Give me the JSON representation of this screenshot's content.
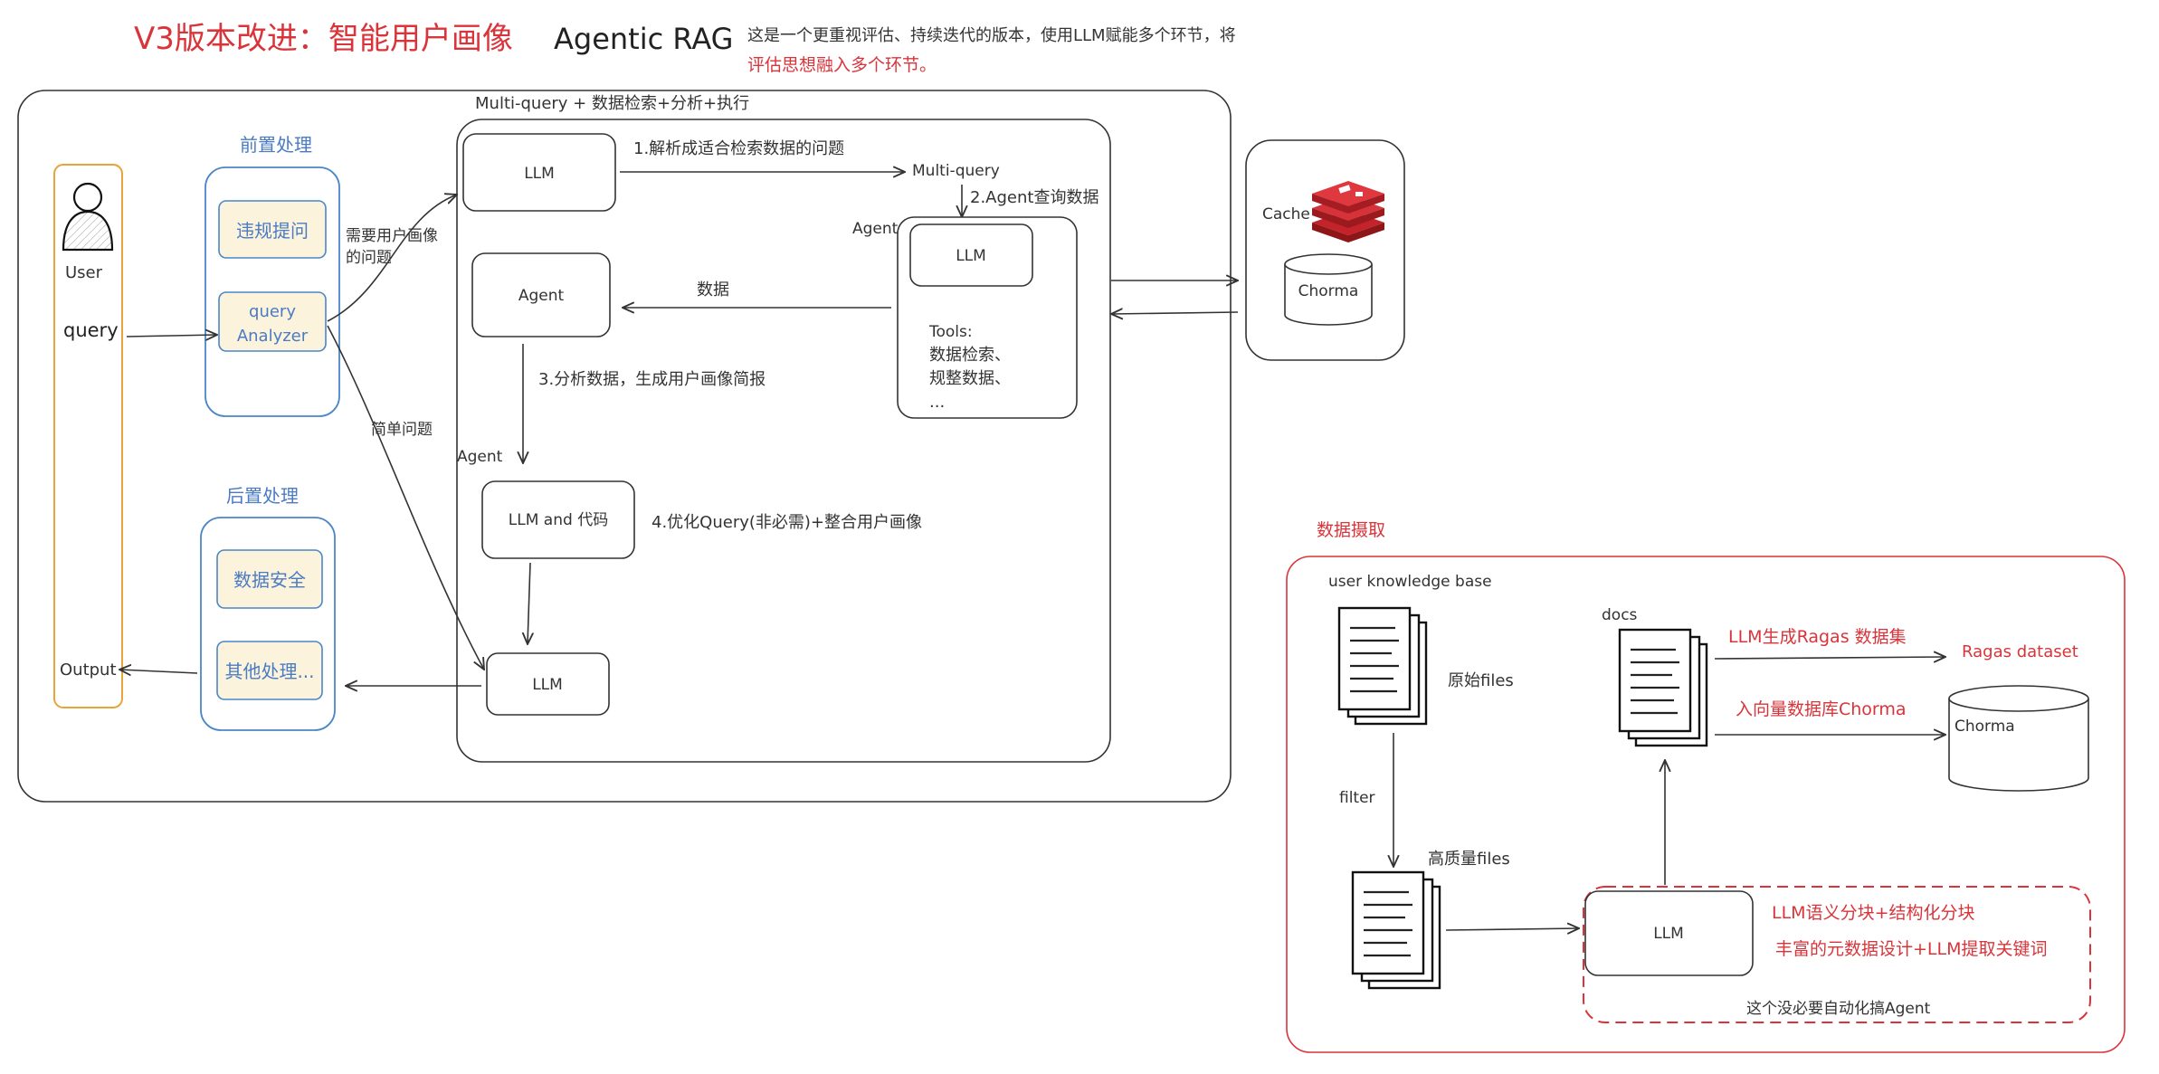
{
  "header": {
    "title": "V3版本改进：智能用户画像",
    "subtitle": "Agentic RAG",
    "desc_line1": "这是一个更重视评估、持续迭代的版本，使用LLM赋能多个环节，将",
    "desc_line2": "评估思想融入多个环节。"
  },
  "user": {
    "label": "User",
    "query": "query",
    "output": "Output"
  },
  "pre": {
    "title": "前置处理",
    "item1": "违规提问",
    "item2_line1": "query",
    "item2_line2": "Analyzer"
  },
  "post": {
    "title": "后置处理",
    "item1": "数据安全",
    "item2": "其他处理..."
  },
  "edges": {
    "profile_q_line1": "需要用户画像",
    "profile_q_line2": "的问题",
    "simple_q": "简单问题",
    "step1": "1.解析成适合检索数据的问题",
    "step2": "2.Agent查询数据",
    "data": "数据",
    "step3": "3.分析数据，生成用户画像简报",
    "step4": "4.优化Query(非必需)+整合用户画像"
  },
  "pipeline": {
    "title": "Multi-query + 数据检索+分析+执行",
    "llm1": "LLM",
    "multi_query": "Multi-query",
    "agent_label_top": "Agent",
    "inner_llm": "LLM",
    "tools_line1": "Tools:",
    "tools_line2": "数据检索、",
    "tools_line3": "规整数据、",
    "tools_line4": "...",
    "agent_box": "Agent",
    "agent_label_mid": "Agent",
    "llm_code": "LLM and 代码",
    "llm_final": "LLM"
  },
  "store": {
    "cache": "Cache",
    "chorma": "Chorma"
  },
  "extract": {
    "title": "数据摄取",
    "kb": "user knowledge base",
    "raw_files": "原始files",
    "filter": "filter",
    "hq_files": "高质量files",
    "docs": "docs",
    "llm": "LLM",
    "ragas_gen": "LLM生成Ragas 数据集",
    "ragas_dataset": "Ragas dataset",
    "to_chorma": "入向量数据库Chorma",
    "chorma": "Chorma",
    "chunking": "LLM语义分块+结构化分块",
    "metadata": "丰富的元数据设计+LLM提取关键词",
    "agent_note": "这个没必要自动化搞Agent"
  },
  "colors": {
    "blue": "#4a86c8",
    "red": "#d9343a",
    "orange": "#e8a33a",
    "chip_fill": "#fbf3dc"
  }
}
